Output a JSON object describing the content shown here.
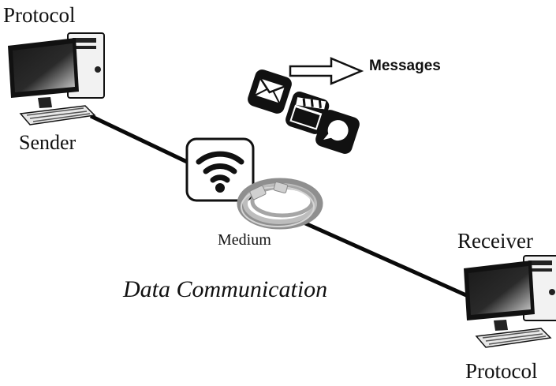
{
  "sender": {
    "top_label": "Protocol",
    "bottom_label": "Sender",
    "icon": "computer-icon"
  },
  "receiver": {
    "top_label": "Receiver",
    "bottom_label": "Protocol",
    "icon": "computer-icon"
  },
  "medium": {
    "label": "Medium",
    "icons": [
      "wifi-icon",
      "cable-icon"
    ]
  },
  "messages": {
    "label": "Messages",
    "icons": [
      "envelope-icon",
      "video-clapper-icon",
      "chat-bubble-icon"
    ],
    "arrow": "arrow-right-icon"
  },
  "caption": "Data Communication",
  "colors": {
    "line": "#0a0a0a",
    "icon_dark": "#111111"
  }
}
